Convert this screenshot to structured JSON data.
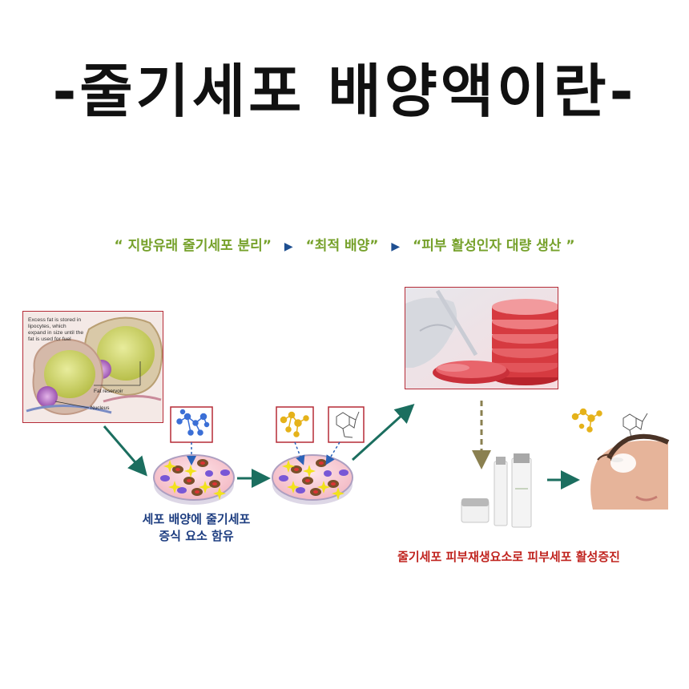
{
  "title": "-줄기세포 배양액이란-",
  "process": {
    "step1": "“ 지방유래 줄기세포 분리”",
    "step2": "“최적 배양”",
    "step3": "“피부 활성인자 대량 생산 ”",
    "arrow": "▶"
  },
  "fat_cell": {
    "note": "Excess fat is stored in lipocytes, which expand in size until the fat is used for fuel",
    "fat_reservoir_label": "Fat reservoir",
    "nucleus_label": "Nucleus"
  },
  "captions": {
    "culture_line1": "세포 배양에 줄기세포",
    "culture_line2": "증식 요소 함유",
    "result": "줄기세포 피부재생요소로 피부세포 활성증진"
  },
  "colors": {
    "title": "#111111",
    "process_text": "#76a12b",
    "process_arrow": "#1e4f91",
    "flow_arrow": "#1b6e5f",
    "frame_border": "#b52b37",
    "caption_blue": "#1d3d80",
    "caption_red": "#c0241f"
  }
}
